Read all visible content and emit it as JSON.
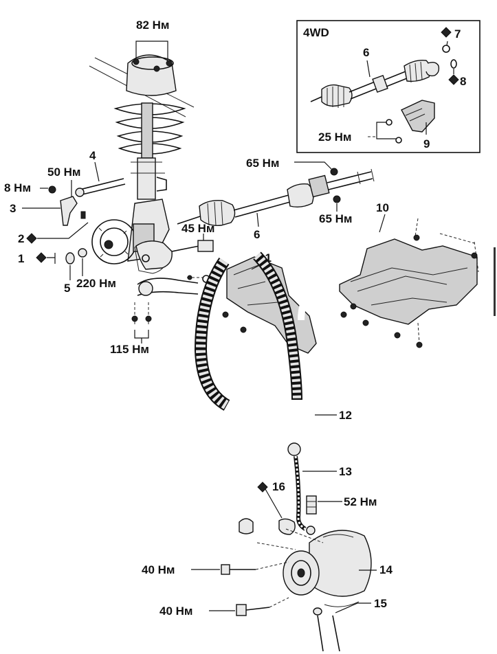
{
  "inset": {
    "title": "4WD"
  },
  "labels": {
    "torque_82": "82 Нм",
    "torque_50": "50 Нм",
    "torque_8": "8 Нм",
    "torque_220": "220 Нм",
    "torque_115": "115 Нм",
    "torque_65_top": "65 Нм",
    "torque_65_bottom": "65 Нм",
    "torque_25": "25 Нм",
    "torque_45": "45 Нм",
    "torque_52": "52 Нм",
    "torque_40_top": "40 Нм",
    "torque_40_bottom": "40 Нм",
    "part_1": "1",
    "part_2": "2",
    "part_3": "3",
    "part_4": "4",
    "part_5": "5",
    "part_6_main": "6",
    "part_6_inset": "6",
    "part_7": "7",
    "part_8": "8",
    "part_9": "9",
    "part_10": "10",
    "part_11": "11",
    "part_12": "12",
    "part_13": "13",
    "part_14": "14",
    "part_15": "15",
    "part_16": "16"
  },
  "colors": {
    "ink": "#111111",
    "paper": "#ffffff",
    "shade": "#cfcfcf"
  },
  "icons": [
    "diamond-marker-icon"
  ]
}
